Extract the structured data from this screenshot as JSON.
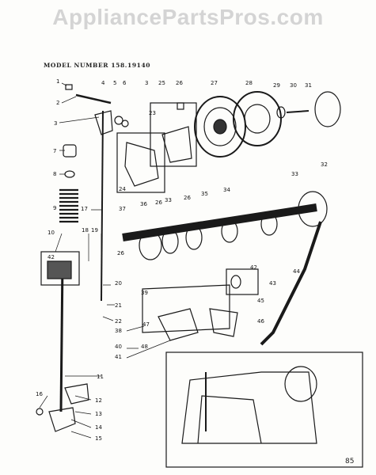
{
  "watermark": "AppliancePartsPros.com",
  "model_label": "MODEL NUMBER 158.19140",
  "page_number": "85",
  "callouts": [
    "1",
    "2",
    "3",
    "4",
    "5",
    "6",
    "3",
    "25",
    "26",
    "27",
    "28",
    "29",
    "30",
    "31",
    "7",
    "23",
    "8",
    "24",
    "9",
    "33",
    "32",
    "17",
    "37",
    "36",
    "26",
    "33",
    "26",
    "35",
    "34",
    "10",
    "18",
    "19",
    "42",
    "26",
    "20",
    "21",
    "42",
    "43",
    "39",
    "45",
    "22",
    "38",
    "47",
    "46",
    "40",
    "48",
    "44",
    "41",
    "11",
    "16",
    "12",
    "13",
    "14",
    "15"
  ],
  "colors": {
    "ink": "#1a1a1a",
    "watermark": "#d4d4d4",
    "paper": "#fdfdfb"
  }
}
